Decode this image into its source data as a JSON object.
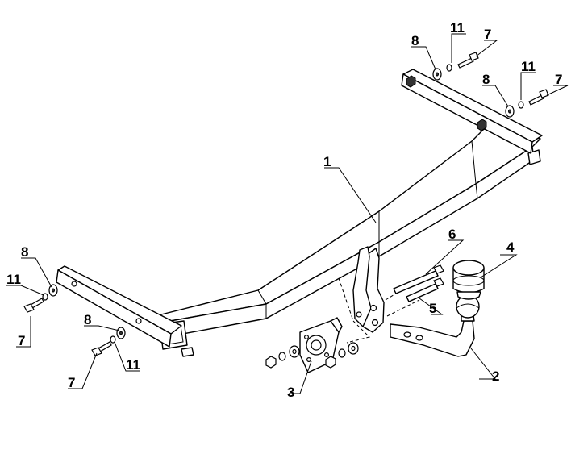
{
  "diagram": {
    "callouts": {
      "main_beam": "1",
      "ball_neck": "2",
      "socket_plate": "3",
      "ball_cover": "4",
      "ball_bolt_a": "5",
      "ball_bolt_b": "6",
      "bolt": "7",
      "washer": "8",
      "lock_washer": "11"
    }
  }
}
